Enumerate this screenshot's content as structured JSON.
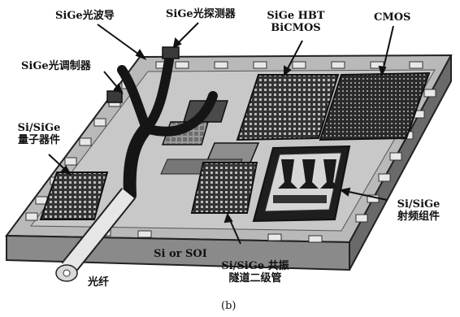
{
  "labels": {
    "waveguide": "SiGe光波导",
    "photodetector": "SiGe光探测器",
    "hbt_line1": "SiGe HBT",
    "hbt_line2": "BiCMOS",
    "cmos": "CMOS",
    "modulator": "SiGe光调制器",
    "quantum_line1": "Si/SiGe",
    "quantum_line2": "量子器件",
    "rf_line1": "Si/SiGe",
    "rf_line2": "射频组件",
    "substrate": "Si or SOI",
    "rtd_line1": "Si/SiGe 共振",
    "rtd_line2": "隧道二级管",
    "fiber": "光纤",
    "caption": "(b)"
  },
  "colors": {
    "chip_top": "#b9b9b9",
    "chip_side": "#8a8a8a",
    "block_dark": "#2a2a2a",
    "waveguide": "#151515",
    "fiber": "#e6e6e6"
  }
}
